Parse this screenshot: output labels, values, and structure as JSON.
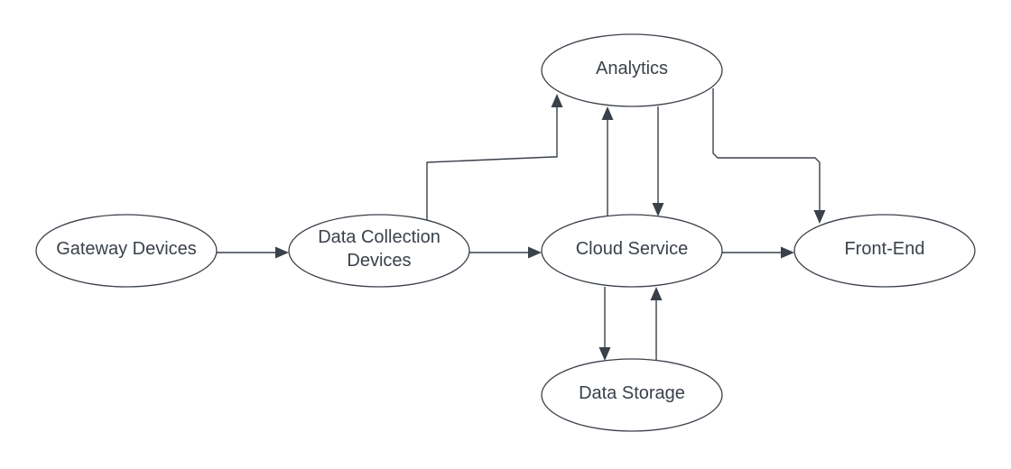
{
  "diagram": {
    "type": "flowchart",
    "colors": {
      "stroke": "#3a414a",
      "text": "#3a414a",
      "background": "#ffffff"
    },
    "nodes": [
      {
        "id": "gateway",
        "label": [
          "Gateway Devices"
        ],
        "shape": "ellipse"
      },
      {
        "id": "collection",
        "label": [
          "Data Collection",
          "Devices"
        ],
        "shape": "ellipse"
      },
      {
        "id": "cloud",
        "label": [
          "Cloud Service"
        ],
        "shape": "ellipse"
      },
      {
        "id": "frontend",
        "label": [
          "Front-End"
        ],
        "shape": "ellipse"
      },
      {
        "id": "analytics",
        "label": [
          "Analytics"
        ],
        "shape": "ellipse"
      },
      {
        "id": "storage",
        "label": [
          "Data Storage"
        ],
        "shape": "ellipse"
      }
    ],
    "edges": [
      {
        "from": "gateway",
        "to": "collection"
      },
      {
        "from": "collection",
        "to": "cloud"
      },
      {
        "from": "collection",
        "to": "analytics"
      },
      {
        "from": "cloud",
        "to": "analytics"
      },
      {
        "from": "analytics",
        "to": "cloud"
      },
      {
        "from": "analytics",
        "to": "frontend"
      },
      {
        "from": "cloud",
        "to": "frontend"
      },
      {
        "from": "cloud",
        "to": "storage"
      },
      {
        "from": "storage",
        "to": "cloud"
      }
    ]
  }
}
